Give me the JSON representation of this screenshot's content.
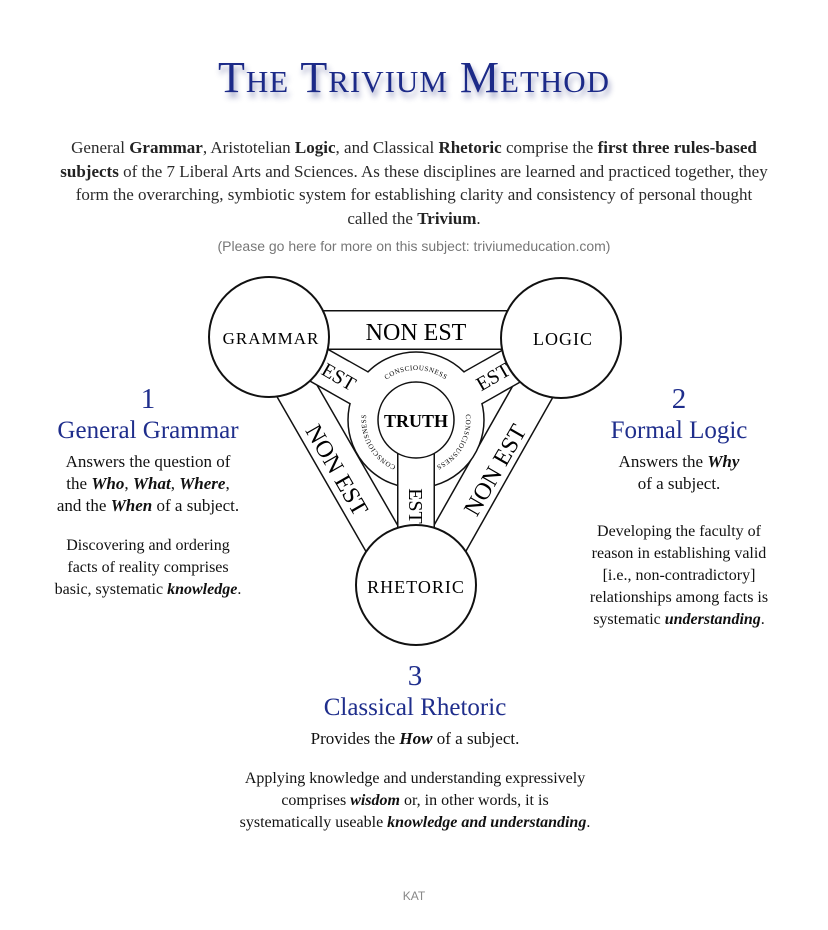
{
  "title": "The Trivium Method",
  "intro": [
    {
      "t": "General ",
      "b": false
    },
    {
      "t": "Grammar",
      "b": true
    },
    {
      "t": ", Aristotelian ",
      "b": false
    },
    {
      "t": "Logic",
      "b": true
    },
    {
      "t": ", and Classical ",
      "b": false
    },
    {
      "t": "Rhetoric",
      "b": true
    },
    {
      "t": " comprise the ",
      "b": false
    },
    {
      "t": "first three rules-based subjects",
      "b": true
    },
    {
      "t": " of the 7 Liberal Arts and Sciences. As these disciplines are learned and practiced together, they form the overarching, symbiotic system for establishing clarity and consistency of personal thought called the ",
      "b": false
    },
    {
      "t": "Trivium",
      "b": true
    },
    {
      "t": ".",
      "b": false
    }
  ],
  "link_text": "(Please go here for more on this subject: triviumeducation.com)",
  "diagram": {
    "grammar": "GRAMMAR",
    "logic": "LOGIC",
    "rhetoric": "RHETORIC",
    "truth": "TRUTH",
    "non_est": "NON EST",
    "est": "EST",
    "consciousness": "CONSCIOUSNESS"
  },
  "grammar": {
    "number": "1",
    "heading": "General Grammar",
    "lines": [
      "Answers the question of",
      "the ",
      "Who",
      ", ",
      "What",
      ", ",
      "Where",
      ",",
      "and the ",
      "When",
      " of a subject."
    ],
    "desc1": "Discovering and ordering",
    "desc2": "facts of reality comprises",
    "desc3": "basic, systematic ",
    "desc_em": "knowledge",
    "desc_end": "."
  },
  "logic": {
    "number": "2",
    "heading": "Formal Logic",
    "a1": "Answers the ",
    "a_em": "Why",
    "a2": "of a subject.",
    "desc1": "Developing the faculty of",
    "desc2": "reason in establishing valid",
    "desc3": "[i.e., non-contradictory]",
    "desc4": "relationships among facts is",
    "desc5": "systematic ",
    "desc_em": "understanding",
    "desc_end": "."
  },
  "rhetoric": {
    "number": "3",
    "heading": "Classical Rhetoric",
    "a1": "Provides the ",
    "a_em": "How",
    "a2": " of a subject.",
    "desc1": "Applying knowledge and understanding expressively",
    "desc2": "comprises ",
    "desc2_em": "wisdom",
    "desc2_end": " or, in other words, it is",
    "desc3": "systematically useable ",
    "desc3_em": "knowledge and understanding",
    "desc3_end": "."
  },
  "footer": "KAT",
  "colors": {
    "heading": "#1f2e8c",
    "title": "#1c2a88"
  }
}
